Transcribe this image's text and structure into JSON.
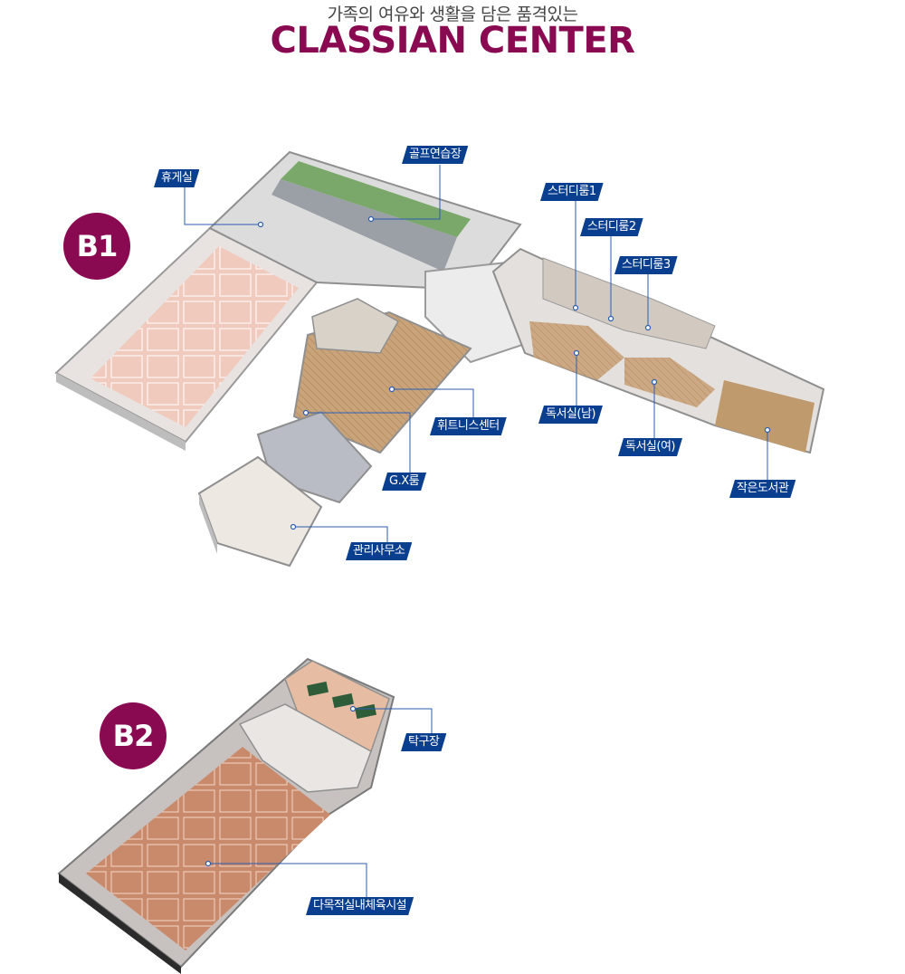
{
  "header": {
    "subtitle": "가족의 여유와 생활을 담은 품격있는",
    "title_main": "CLASSIAN",
    "title_sub": "CENTER"
  },
  "floors": {
    "b1": {
      "label": "B1"
    },
    "b2": {
      "label": "B2"
    }
  },
  "labels_b1": [
    {
      "id": "lounge",
      "text": "휴게실"
    },
    {
      "id": "golf",
      "text": "골프연습장"
    },
    {
      "id": "study1",
      "text": "스터디룸1"
    },
    {
      "id": "study2",
      "text": "스터디룸2"
    },
    {
      "id": "study3",
      "text": "스터디룸3"
    },
    {
      "id": "fitness",
      "text": "휘트니스센터"
    },
    {
      "id": "reading_m",
      "text": "독서실(남)"
    },
    {
      "id": "reading_f",
      "text": "독서실(여)"
    },
    {
      "id": "library",
      "text": "작은도서관"
    },
    {
      "id": "gx",
      "text": "G.X룸"
    },
    {
      "id": "office",
      "text": "관리사무소"
    }
  ],
  "labels_b2": [
    {
      "id": "pingpong",
      "text": "탁구장"
    },
    {
      "id": "sports",
      "text": "다목적실내체육시설"
    }
  ],
  "colors": {
    "brand": "#8a0a52",
    "label_bg": "#0a3e8f",
    "leader": "#2a5db0"
  }
}
